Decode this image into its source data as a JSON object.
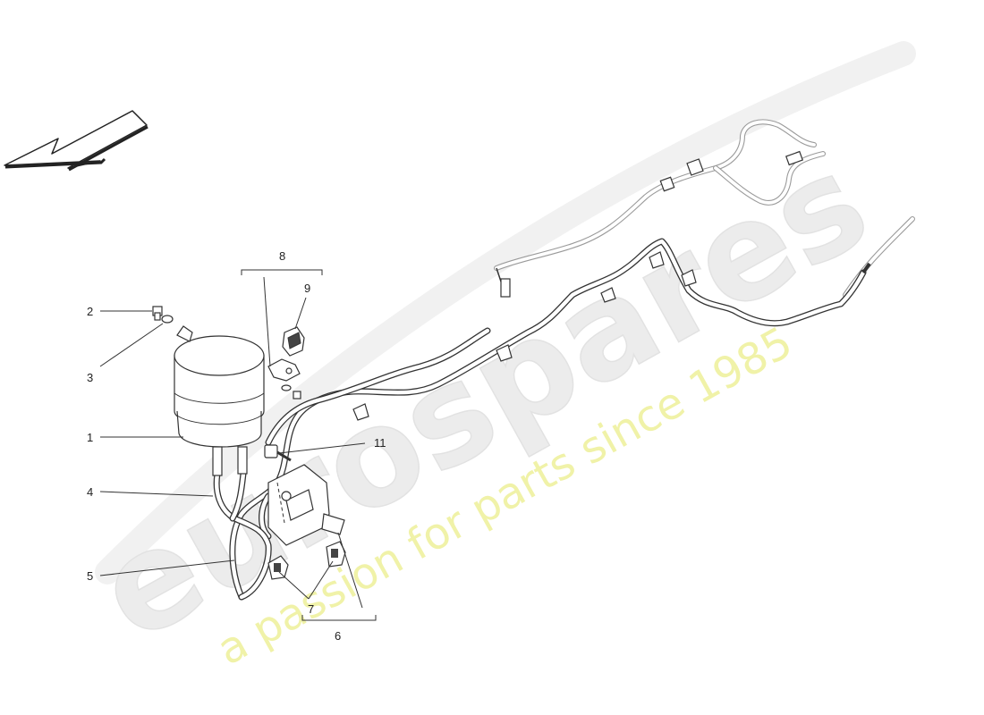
{
  "watermark": {
    "brand": "eurospares",
    "tagline": "a passion for parts since 1985"
  },
  "callouts": [
    {
      "id": "1",
      "text": "1"
    },
    {
      "id": "2",
      "text": "2"
    },
    {
      "id": "3",
      "text": "3"
    },
    {
      "id": "4",
      "text": "4"
    },
    {
      "id": "5",
      "text": "5"
    },
    {
      "id": "6",
      "text": "6"
    },
    {
      "id": "7",
      "text": "7"
    },
    {
      "id": "8",
      "text": "8"
    },
    {
      "id": "9",
      "text": "9"
    },
    {
      "id": "11",
      "text": "11"
    }
  ],
  "icons": {
    "orientation": "direction-arrow-icon"
  },
  "colors": {
    "line": "#333333",
    "watermark_brand": "#ececec",
    "watermark_tagline": "#f0f2a8"
  }
}
